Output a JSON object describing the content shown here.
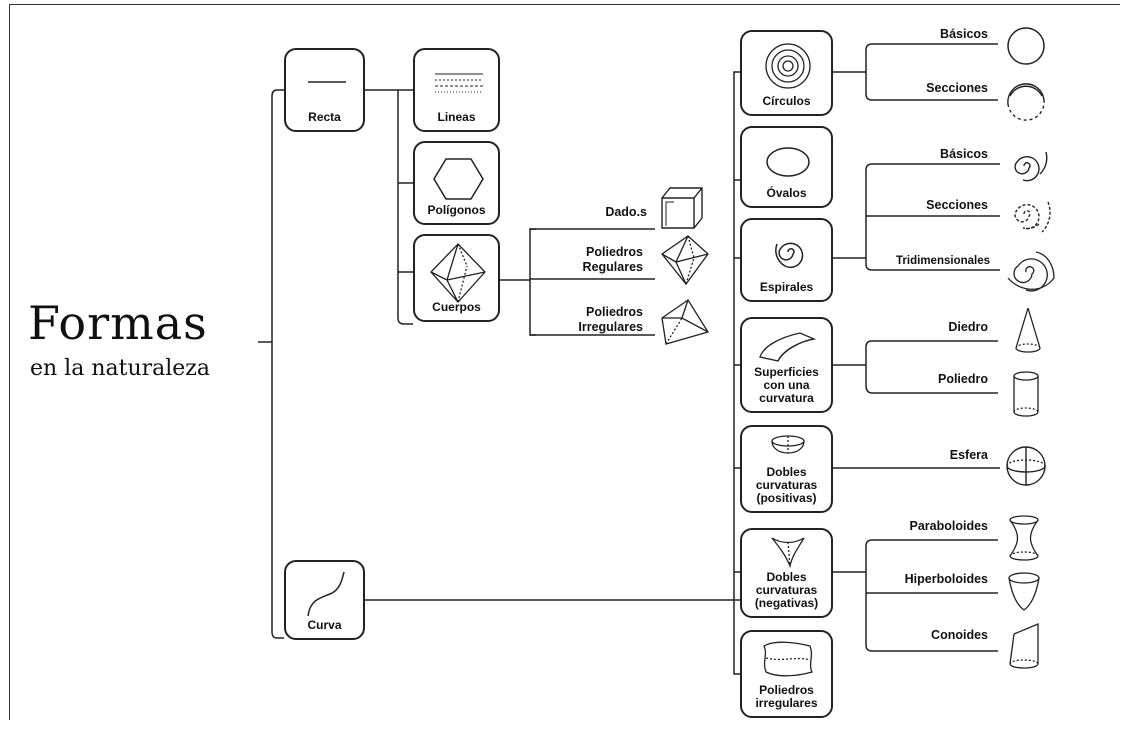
{
  "title": "Formas",
  "subtitle": "en la naturaleza",
  "nodes": {
    "recta": "Recta",
    "curva": "Curva",
    "lineas": "Lineas",
    "poligonos": "Polígonos",
    "cuerpos": "Cuerpos",
    "circulos": "Círculos",
    "ovalos": "Óvalos",
    "espirales": "Espirales",
    "superficies": "Superficies con una curvatura",
    "dobles_pos": "Dobles curvaturas (positivas)",
    "dobles_neg": "Dobles curvaturas (negativas)",
    "poliedros_irr": "Poliedros irregulares"
  },
  "branches": {
    "dados": "Dado.s",
    "poliedros_reg": "Poliedros Regulares",
    "poliedros_irreg": "Poliedros Irregulares",
    "circ_basicos": "Básicos",
    "circ_secciones": "Secciones",
    "esp_basicos": "Básicos",
    "esp_secciones": "Secciones",
    "esp_tridimensionales": "Tridimensionales",
    "diedro": "Diedro",
    "poliedro": "Poliedro",
    "esfera": "Esfera",
    "paraboloides": "Paraboloides",
    "hiperboloides": "Hiperboloides",
    "conoides": "Conoides"
  }
}
